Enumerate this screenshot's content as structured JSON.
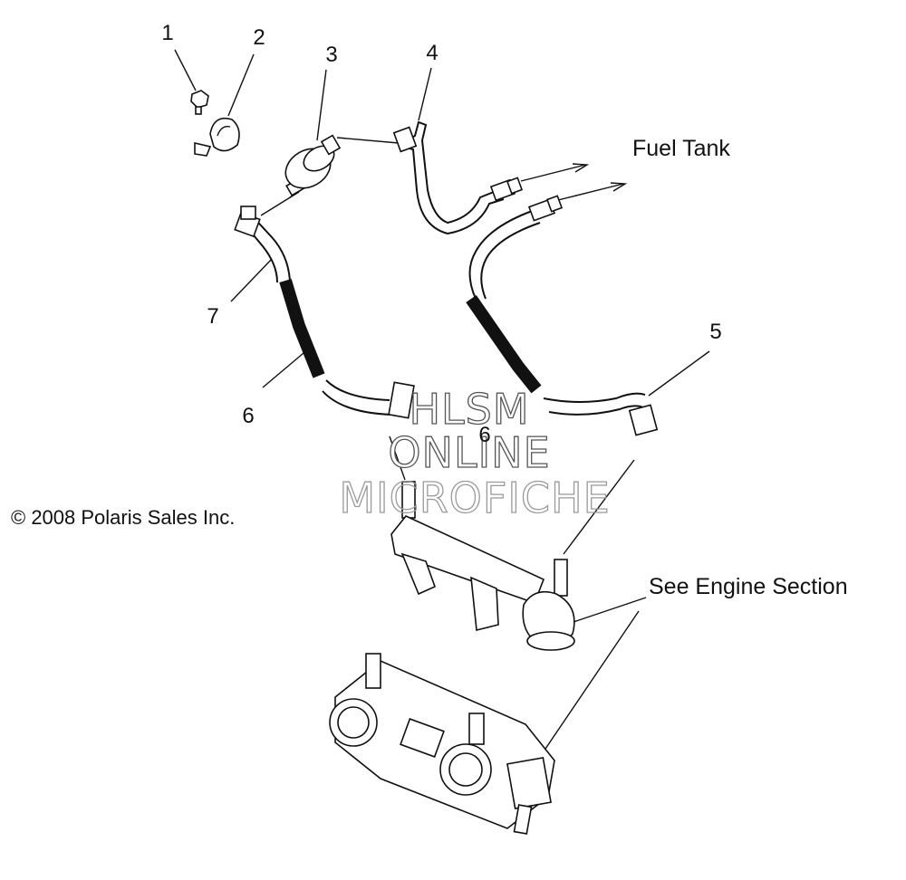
{
  "diagram": {
    "callouts": [
      "1",
      "2",
      "3",
      "4",
      "5",
      "6",
      "7",
      "6"
    ],
    "labels": {
      "fuel_tank": "Fuel Tank",
      "engine_section": "See Engine Section"
    },
    "copyright": "© 2008 Polaris Sales Inc.",
    "watermark": {
      "line1": "HLSM",
      "line2": "ONLINE",
      "line3": "MICROFICHE"
    }
  }
}
